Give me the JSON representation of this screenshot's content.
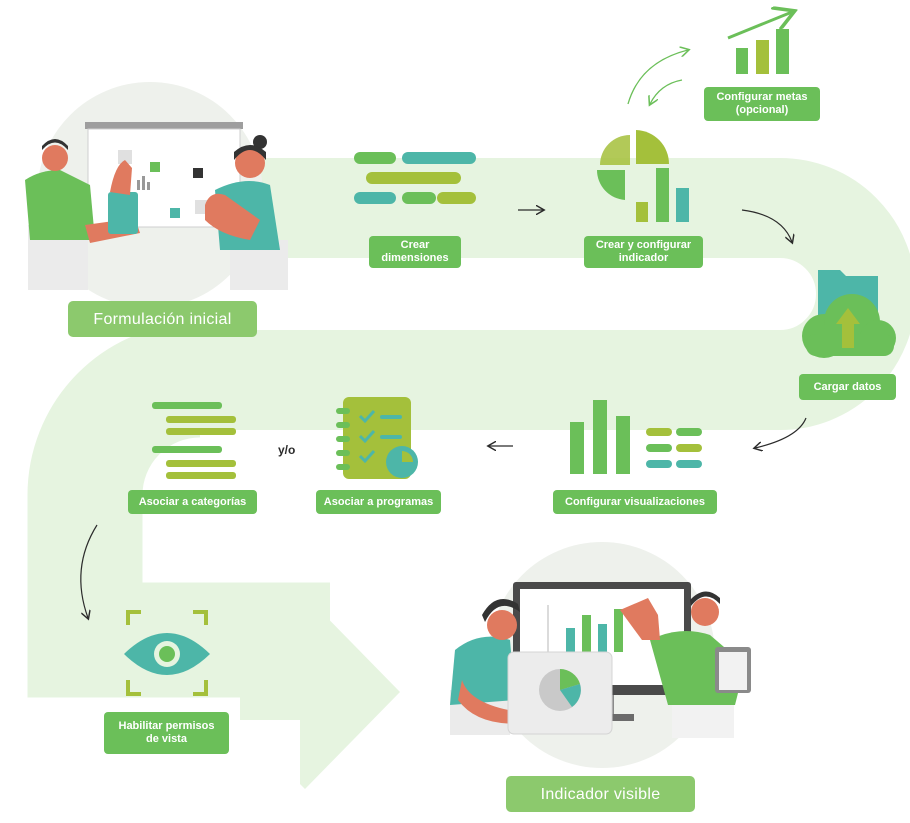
{
  "colors": {
    "accent_green": "#6bbf59",
    "path_green": "#e6f4e0",
    "teal": "#4db6a8",
    "olive": "#a4c03b",
    "dark_text": "#2b2b2b"
  },
  "steps": [
    {
      "id": "formulacion",
      "label": "Formulación inicial"
    },
    {
      "id": "crear-dimensiones",
      "label": "Crear\ndimensiones"
    },
    {
      "id": "crear-indicador",
      "label": "Crear y configurar\nindicador"
    },
    {
      "id": "configurar-metas",
      "label": "Configurar metas\n(opcional)"
    },
    {
      "id": "cargar-datos",
      "label": "Cargar datos"
    },
    {
      "id": "configurar-visualizaciones",
      "label": "Configurar visualizaciones"
    },
    {
      "id": "asociar-programas",
      "label": "Asociar a programas"
    },
    {
      "id": "asociar-categorias",
      "label": "Asociar a categorías"
    },
    {
      "id": "habilitar-permisos",
      "label": "Habilitar permisos\nde vista"
    },
    {
      "id": "indicador-visible",
      "label": "Indicador visible"
    }
  ],
  "connector_label": "y/o",
  "icons": [
    "team-planning-illustration",
    "dimension-bars-icon",
    "pie-bar-chart-icon",
    "growth-bars-icon",
    "cloud-upload-folder-icon",
    "visualization-bars-icon",
    "checklist-notebook-icon",
    "category-list-icon",
    "eye-focus-icon",
    "presentation-illustration"
  ]
}
